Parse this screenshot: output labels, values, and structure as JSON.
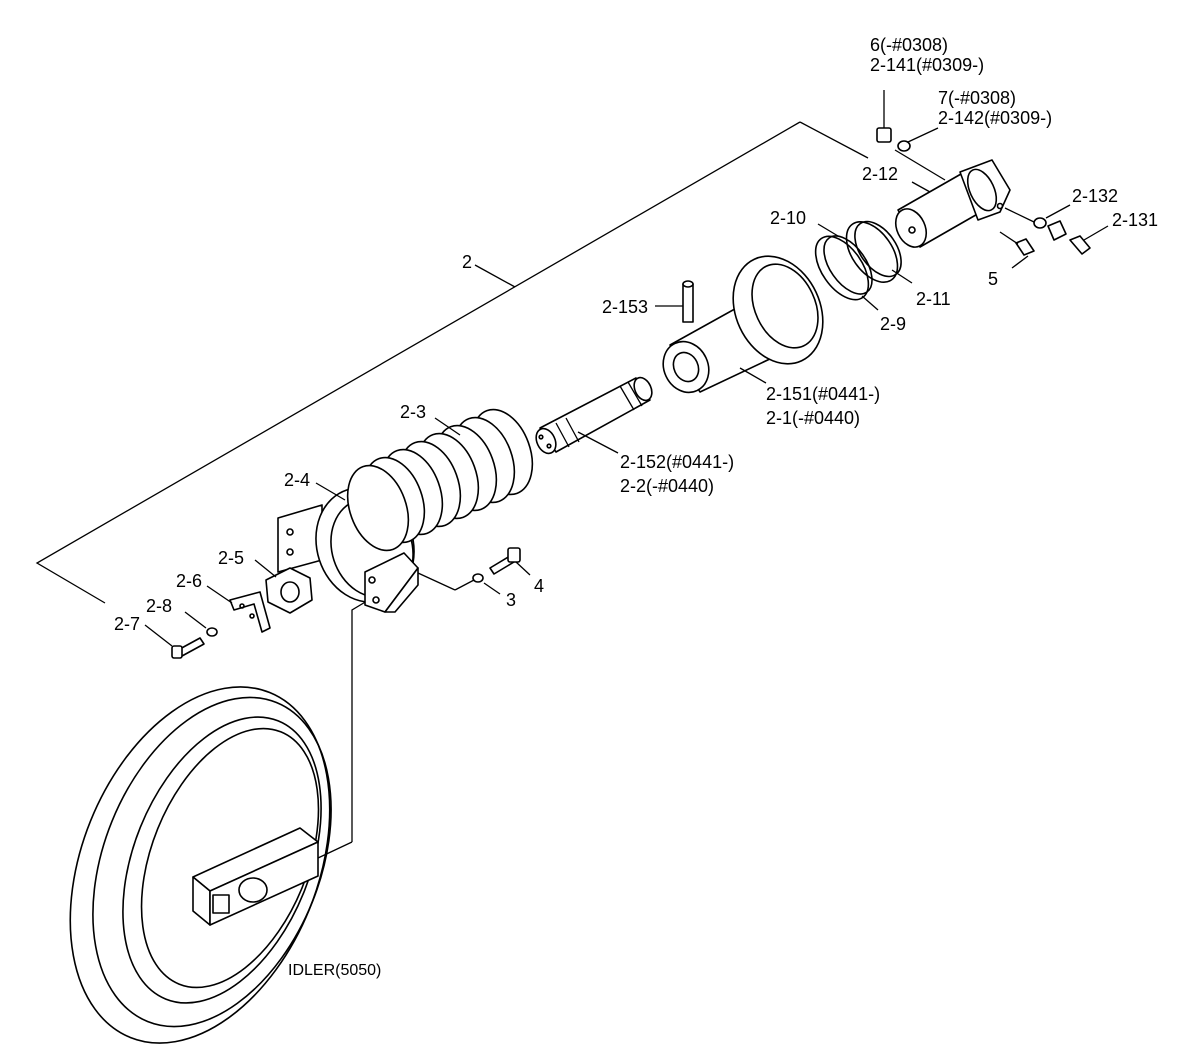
{
  "labels": {
    "l_6": "6(-#0308)",
    "l_2_141": "2-141(#0309-)",
    "l_7": "7(-#0308)",
    "l_2_142": "2-142(#0309-)",
    "l_2_12": "2-12",
    "l_2_132": "2-132",
    "l_2_131": "2-131",
    "l_2_10": "2-10",
    "l_5": "5",
    "l_2": "2",
    "l_2_11": "2-11",
    "l_2_9": "2-9",
    "l_2_153": "2-153",
    "l_2_151": "2-151(#0441-)",
    "l_2_1": "2-1(-#0440)",
    "l_2_3": "2-3",
    "l_2_152": "2-152(#0441-)",
    "l_2_2": "2-2(-#0440)",
    "l_2_4": "2-4",
    "l_2_5": "2-5",
    "l_2_6": "2-6",
    "l_2_8": "2-8",
    "l_2_7": "2-7",
    "l_3": "3",
    "l_4": "4",
    "l_idler": "IDLER(5050)"
  }
}
